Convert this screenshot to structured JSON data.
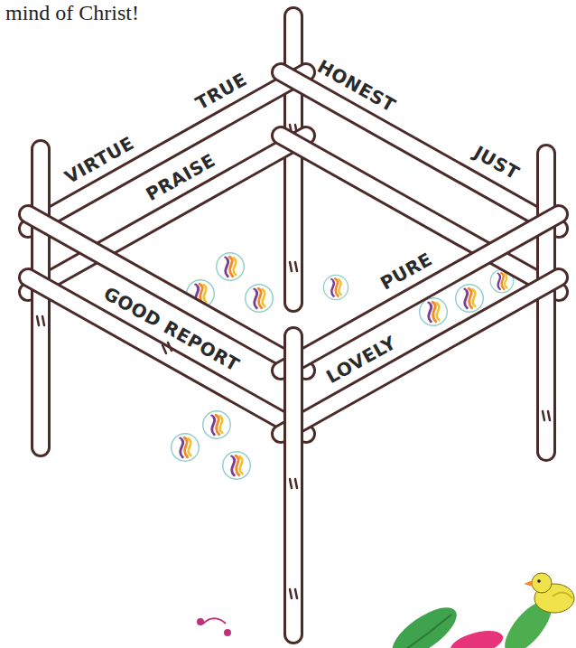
{
  "diagram": {
    "labels": [
      "mind of Christ!",
      "TRUE",
      "HONEST",
      "VIRTUE",
      "JUST",
      "PRAISE",
      "PURE",
      "LOVELY",
      "GOOD REPORT"
    ]
  }
}
